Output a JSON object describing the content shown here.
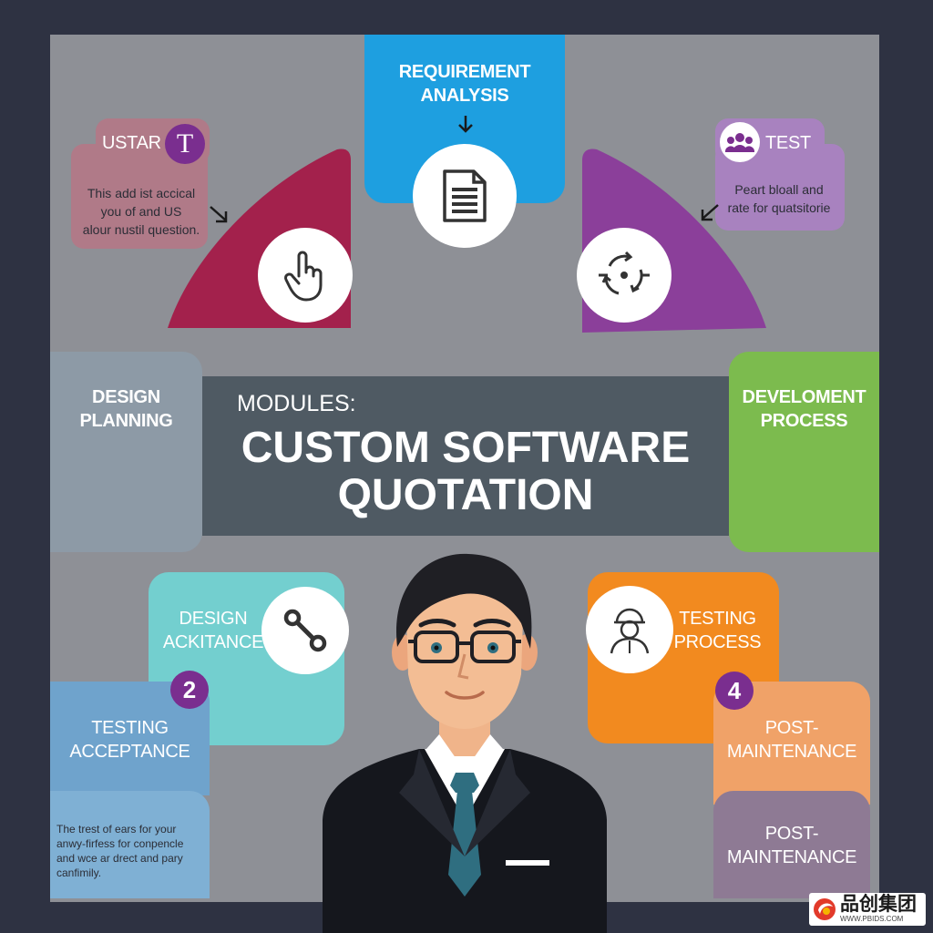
{
  "top_card": {
    "line1": "REQUIREMENT",
    "line2": "ANALYSIS"
  },
  "ustar_card": {
    "label": "USTAR",
    "badge": "T",
    "desc_line1": "This add ist accical",
    "desc_line2": "you of and US",
    "desc_line3": "alour nustil question."
  },
  "test_card": {
    "label": "TEST",
    "desc_line1": "Peart bloall and",
    "desc_line2": "rate for quatsitorie"
  },
  "design_planning": {
    "line1": "DESIGN",
    "line2": "PLANNING"
  },
  "development_process": {
    "line1": "DEVELOMENT",
    "line2": "PROCESS"
  },
  "title": {
    "kicker": "MODULES:",
    "line1": "CUSTOM SOFTWARE",
    "line2": "QUOTATION"
  },
  "design_ackitance": {
    "line1": "DESIGN",
    "line2": "ACKITANCE"
  },
  "testing_process": {
    "line1": "TESTING",
    "line2": "PROCESS"
  },
  "testing_acceptance": {
    "number": "2",
    "line1": "TESTING",
    "line2": "ACCEPTANCE",
    "desc_line1": "The trest of ears for your",
    "desc_line2": "anwy-firfess for conpencle",
    "desc_line3": "and wce ar drect and pary",
    "desc_line4": "canfimily."
  },
  "post_maintenance_1": {
    "number": "4",
    "line1": "POST-",
    "line2": "MAINTENANCE"
  },
  "post_maintenance_2": {
    "line1": "POST-",
    "line2": "MAINTENANCE"
  },
  "watermark": {
    "brand": "品创集团",
    "url": "WWW.PBIDS.COM"
  },
  "colors": {
    "background": "#2e3242",
    "panel": "#8e9096",
    "blue": "#1e9fe0",
    "crimson": "#a3214c",
    "purple": "#8b3f9a",
    "slate": "#8d9aa6",
    "title_bar": "#4f5a63",
    "green": "#7cbb4e",
    "teal": "#73cfcf",
    "orange": "#f28a1f",
    "light_blue": "#6fa3cc",
    "light_orange": "#f0a268",
    "mauve": "#8e7a94"
  },
  "icons": [
    "document-icon",
    "pointer-hand-icon",
    "cycle-icon",
    "wrench-icon",
    "team-icon",
    "worker-icon",
    "down-arrow-icon"
  ]
}
